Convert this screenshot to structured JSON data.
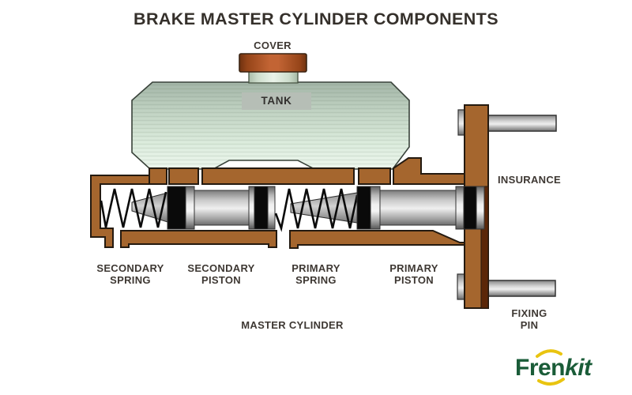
{
  "title": "BRAKE MASTER CYLINDER COMPONENTS",
  "labels": {
    "cover": "COVER",
    "tank": "TANK",
    "insurance": "INSURANCE",
    "secondary_spring": [
      "SECONDARY",
      "SPRING"
    ],
    "secondary_piston": [
      "SECONDARY",
      "PISTON"
    ],
    "primary_spring": [
      "PRIMARY",
      "SPRING"
    ],
    "primary_piston": [
      "PRIMARY",
      "PISTON"
    ],
    "primary_piston_joined": "PRIMARY PISTON",
    "master_cylinder": "MASTER CYLINDER",
    "fixing_pin": [
      "FIXING",
      "PIN"
    ]
  },
  "logo": {
    "text_bold": "Fren",
    "text_italic": "kit"
  },
  "colors": {
    "body_brown": "#a5662e",
    "dark_brown": "#5b2708",
    "cover_brown": "#c26434",
    "tank_green": "#dcecdd",
    "piston_gray": "#d5d5d5",
    "seal_black": "#0a0a0a",
    "label_text": "#3e3833",
    "logo_green": "#1a5c38",
    "logo_yellow": "#e9c410"
  }
}
